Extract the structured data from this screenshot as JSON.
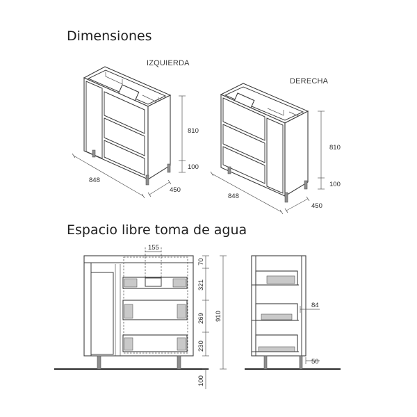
{
  "titles": {
    "dimensions": "Dimensiones",
    "water_clearance": "Espacio libre toma de agua"
  },
  "variants": {
    "left": "IZQUIERDA",
    "right": "DERECHA"
  },
  "dims_left": {
    "width": "848",
    "depth": "450",
    "height": "810",
    "legs": "100"
  },
  "dims_right": {
    "width": "848",
    "depth": "450",
    "height": "810",
    "legs": "100"
  },
  "front_section": {
    "top_width": "155",
    "h_top": "70",
    "h_upper": "321",
    "h_middle": "269",
    "h_lower": "230",
    "h_total": "910",
    "h_legs": "100"
  },
  "side_section": {
    "drawer_gap": "84",
    "bottom_gap": "50"
  }
}
